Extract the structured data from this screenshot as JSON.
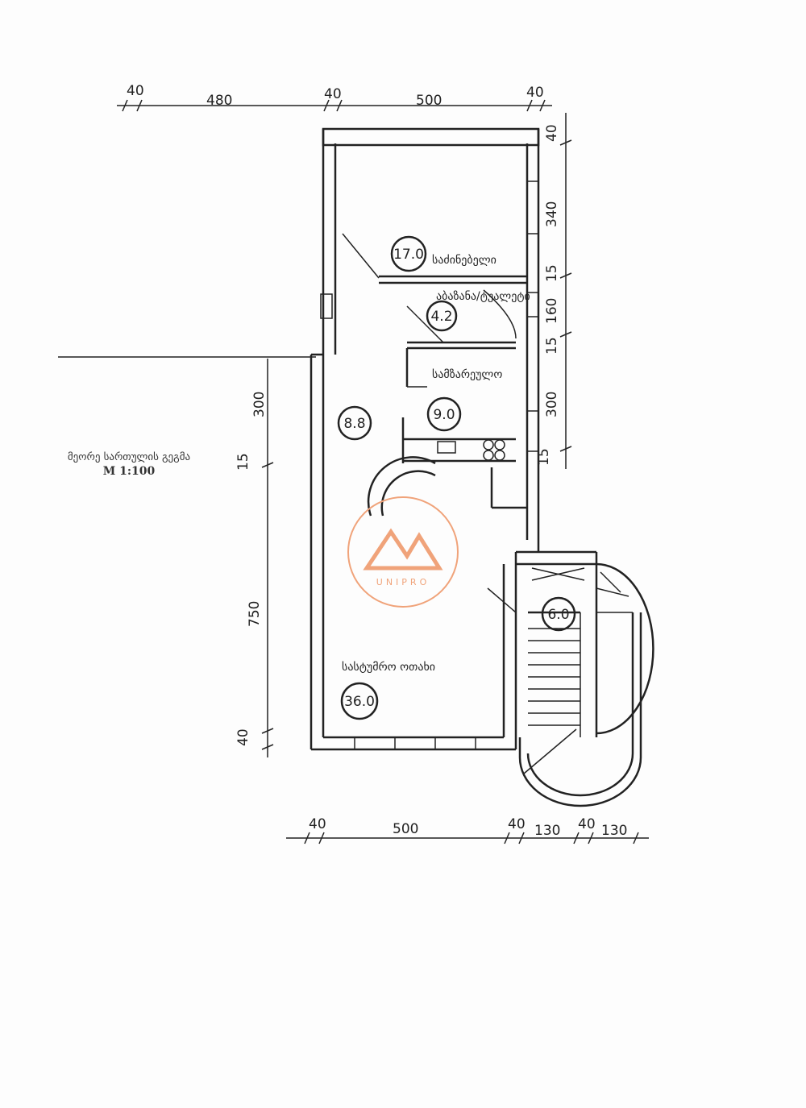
{
  "title": {
    "plan_name": "მეორე სართულის გეგმა",
    "scale": "M 1:100"
  },
  "rooms": [
    {
      "name": "საძინებელი",
      "area": "17.0"
    },
    {
      "name": "აბაზანა/ტუალეტი",
      "area": "4.2"
    },
    {
      "name": "სამზარეულო",
      "area": "9.0"
    },
    {
      "name": "",
      "area": "8.8"
    },
    {
      "name": "სასტუმრო ოთახი",
      "area": "36.0"
    },
    {
      "name": "",
      "area": "6.0"
    }
  ],
  "dimensions": {
    "top": [
      "40",
      "480",
      "40",
      "500",
      "40"
    ],
    "right": [
      "40",
      "340",
      "15",
      "160",
      "15",
      "300",
      "15"
    ],
    "left": [
      "300",
      "15",
      "750",
      "40"
    ],
    "bottom": [
      "40",
      "500",
      "40",
      "130",
      "40",
      "130"
    ]
  },
  "watermark": {
    "text": "UNIPRO",
    "color": "#f0a37a"
  }
}
